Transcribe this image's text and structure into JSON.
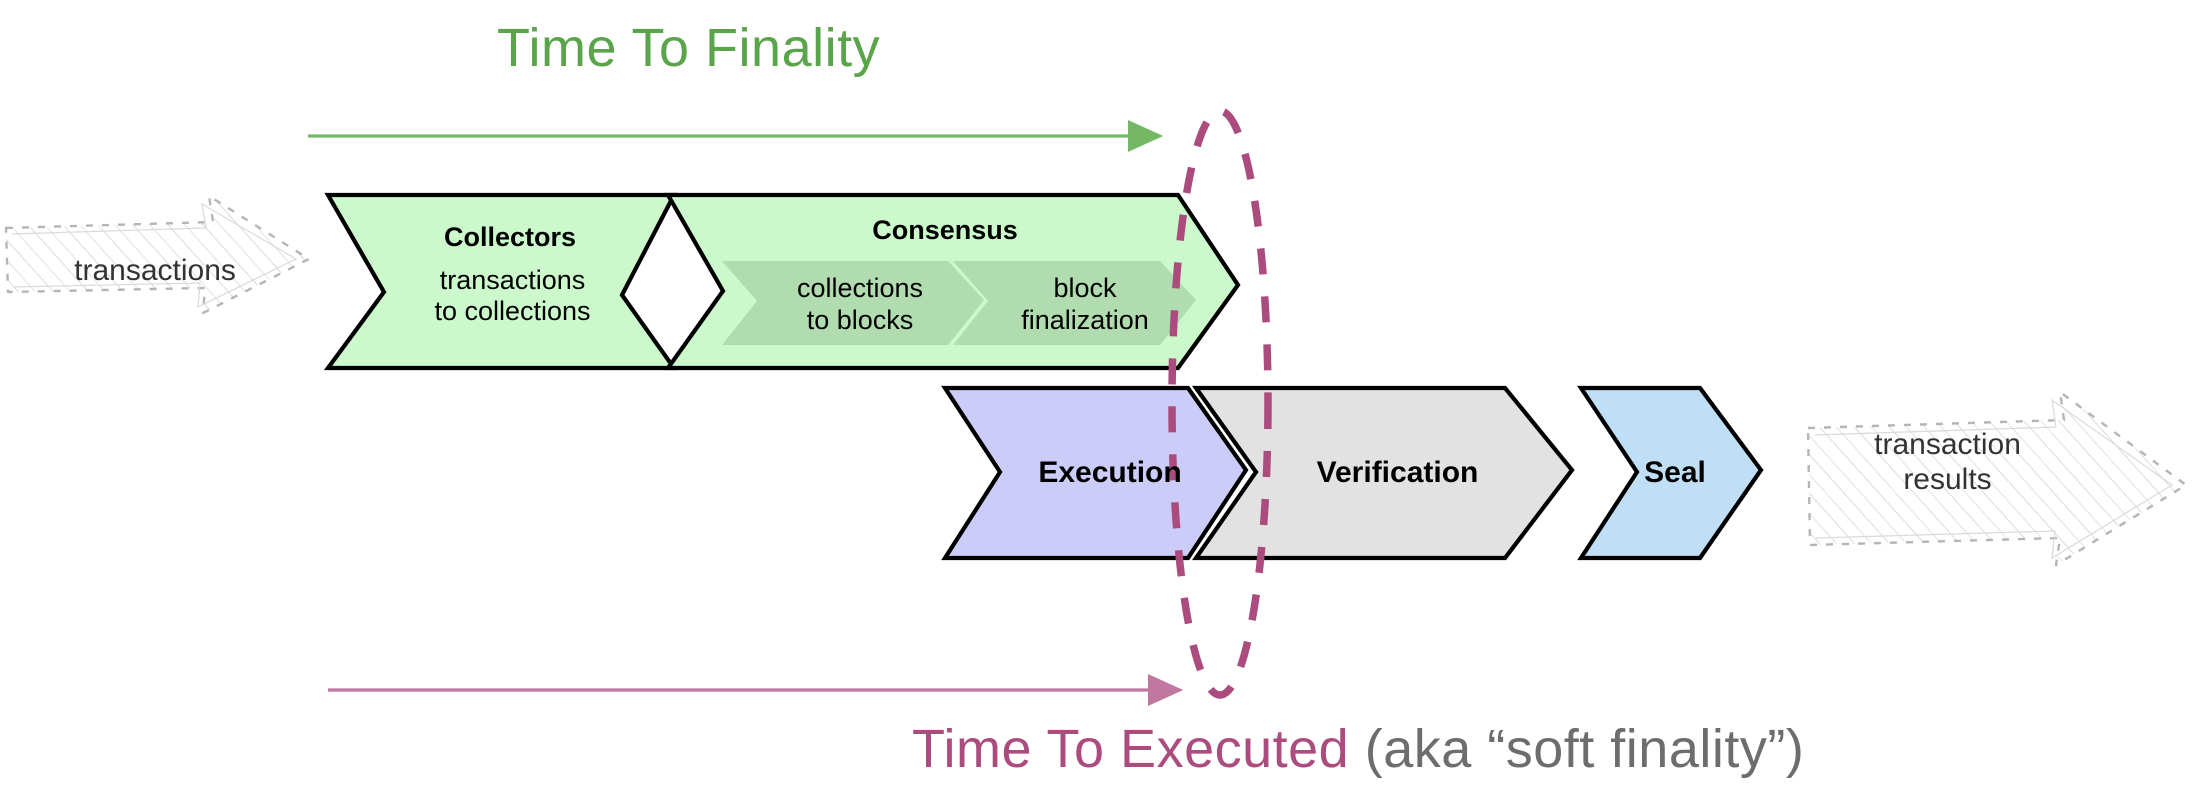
{
  "diagram": {
    "title_top": "Time To Finality",
    "title_bottom_main": "Time To Executed",
    "title_bottom_sub": " (aka “soft finality”)",
    "input_label": "transactions",
    "output_label": "transaction\nresults"
  },
  "colors": {
    "green_fill": "#ccf9cc",
    "green_inner_fill": "#b0d8b0",
    "green_accent": "#5aa44a",
    "purple_fill": "#ccccf8",
    "gray_fill": "#e2e2e2",
    "blue_fill": "#c0dff6",
    "magenta_accent": "#ab4b7e",
    "stroke": "#000000",
    "ghost_stroke": "#b8b8b8"
  },
  "stages": [
    {
      "id": "collectors",
      "name": "Collectors",
      "detail": "transactions\nto collections",
      "fill": "#ccf9cc",
      "row": "top"
    },
    {
      "id": "consensus",
      "name": "Consensus",
      "detail": "",
      "fill": "#ccf9cc",
      "row": "top",
      "substages": [
        {
          "id": "collections-to-blocks",
          "label": "collections\nto blocks"
        },
        {
          "id": "block-finalization",
          "label": "block\nfinalization"
        }
      ]
    },
    {
      "id": "execution",
      "name": "Execution",
      "detail": "",
      "fill": "#ccccf8",
      "row": "bottom"
    },
    {
      "id": "verification",
      "name": "Verification",
      "detail": "",
      "fill": "#e2e2e2",
      "row": "bottom"
    },
    {
      "id": "seal",
      "name": "Seal",
      "detail": "",
      "fill": "#c0dff6",
      "row": "bottom"
    }
  ],
  "annotations": {
    "top_arrow_name": "time-to-finality-arrow",
    "bottom_arrow_name": "time-to-executed-arrow",
    "boundary_marker_name": "finality-boundary-ellipse"
  }
}
